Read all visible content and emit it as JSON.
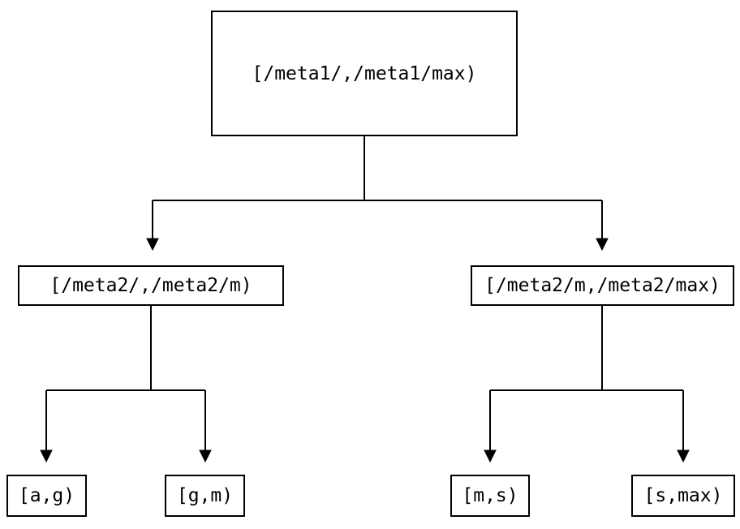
{
  "diagram": {
    "type": "tree",
    "background_color": "#ffffff",
    "line_color": "#000000",
    "text_color": "#000000",
    "nodes": {
      "root": "[/meta1/,/meta1/max)",
      "left": "[/meta2/,/meta2/m)",
      "right": "[/meta2/m,/meta2/max)",
      "leaf_ag": "[a,g)",
      "leaf_gm": "[g,m)",
      "leaf_ms": "[m,s)",
      "leaf_smax": "[s,max)"
    },
    "edges": [
      {
        "from": "root",
        "to": "left"
      },
      {
        "from": "root",
        "to": "right"
      },
      {
        "from": "left",
        "to": "leaf_ag"
      },
      {
        "from": "left",
        "to": "leaf_gm"
      },
      {
        "from": "right",
        "to": "leaf_ms"
      },
      {
        "from": "right",
        "to": "leaf_smax"
      }
    ]
  }
}
